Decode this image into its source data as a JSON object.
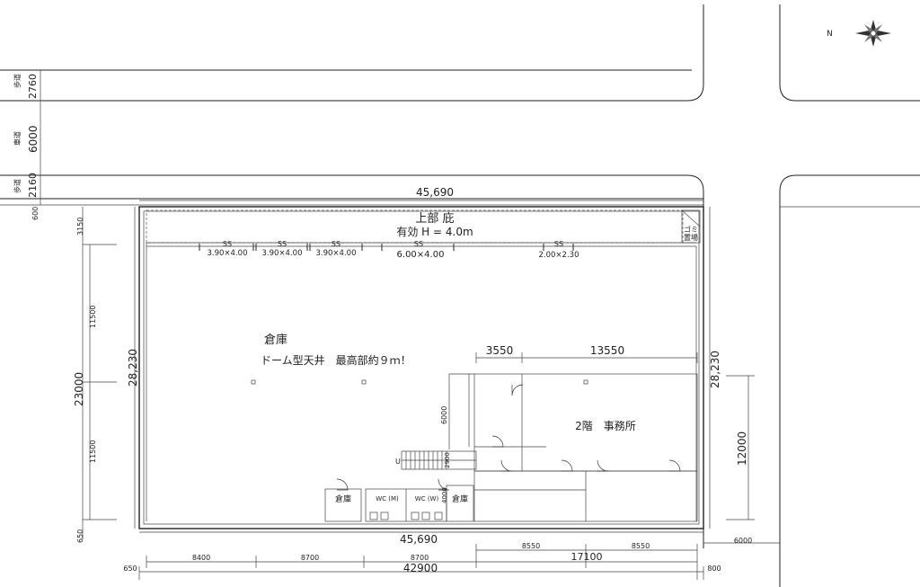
{
  "roads": {
    "sidewalk_top": {
      "label": "歩道",
      "width": "2760"
    },
    "roadway": {
      "label": "車道",
      "width": "6000"
    },
    "sidewalk_bottom": {
      "label": "歩道",
      "width": "2160"
    },
    "left_offset": "600"
  },
  "compass": {
    "north_label": "N"
  },
  "canopy": {
    "title": "上部 庇",
    "clear_height": "有効 H = 4.0m"
  },
  "shutters": [
    {
      "label": "SS",
      "size": "3.90×4.00"
    },
    {
      "label": "SS",
      "size": "3.90×4.00"
    },
    {
      "label": "SS",
      "size": "3.90×4.00"
    },
    {
      "label": "SS",
      "size": "6.00×4.00"
    },
    {
      "label": "SS",
      "size": "2.00×2.30"
    }
  ],
  "garbage_area": {
    "line1": "ゴミ",
    "line2": "置場"
  },
  "warehouse": {
    "name": "倉庫",
    "note": "ドーム型天井　最高部約９ｍ！"
  },
  "office": {
    "label": "2階　事務所",
    "dim_left": "3550",
    "dim_right": "13550",
    "dim_height": "6000"
  },
  "stair_label": "U",
  "small_rooms": {
    "store_left": "倉庫",
    "store_right": "倉庫",
    "wc_m": "WC (M)",
    "wc_w": "WC (W)",
    "dim_2900": "2900",
    "dim_4000": "4000"
  },
  "dimensions": {
    "top_total": "45,690",
    "bottom_total": "45,690",
    "left_total": "28,230",
    "right_total": "28,230",
    "left_3150": "3150",
    "left_23000": "23000",
    "left_11500_upper": "11500",
    "left_11500_lower": "11500",
    "left_650": "650",
    "right_12000": "12000",
    "right_6000": "6000",
    "bottom_8400": "8400",
    "bottom_8700_a": "8700",
    "bottom_8700_b": "8700",
    "bottom_8550_a": "8550",
    "bottom_8550_b": "8550",
    "bottom_17100": "17100",
    "bottom_42900": "42900",
    "bottom_650": "650",
    "bottom_800": "800"
  }
}
